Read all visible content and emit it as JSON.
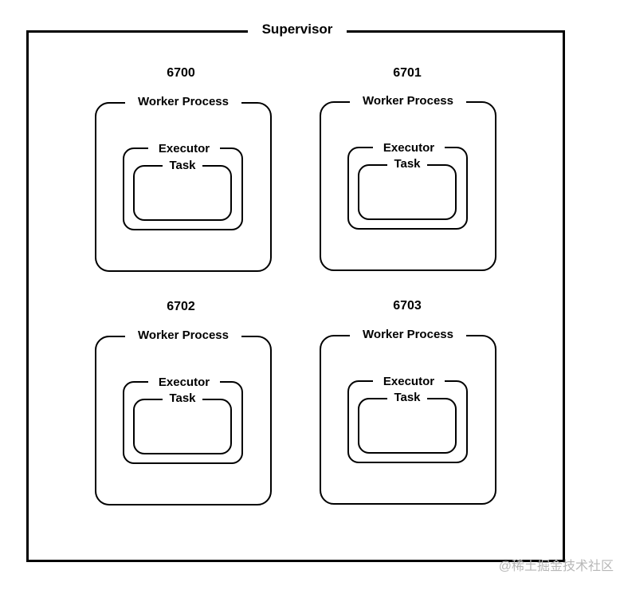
{
  "supervisor": {
    "label": "Supervisor"
  },
  "workers": [
    {
      "port": "6700",
      "worker_label": "Worker Process",
      "executor_label": "Executor",
      "task_label": "Task"
    },
    {
      "port": "6701",
      "worker_label": "Worker Process",
      "executor_label": "Executor",
      "task_label": "Task"
    },
    {
      "port": "6702",
      "worker_label": "Worker Process",
      "executor_label": "Executor",
      "task_label": "Task"
    },
    {
      "port": "6703",
      "worker_label": "Worker Process",
      "executor_label": "Executor",
      "task_label": "Task"
    }
  ],
  "watermark": "@稀土掘金技术社区"
}
